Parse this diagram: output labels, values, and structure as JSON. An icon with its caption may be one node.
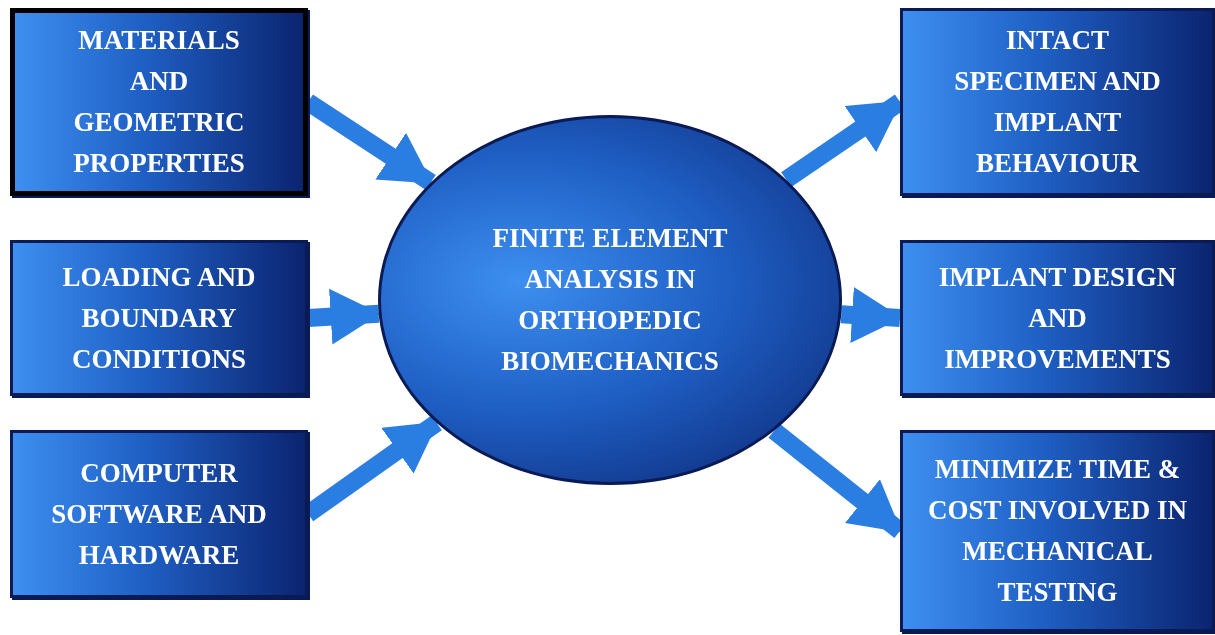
{
  "diagram": {
    "nodes": [
      {
        "text": [
          "MATERIALS AND GEOMETRIC PROPERTIES"
        ]
      },
      {
        "text": [
          "LOADING AND BOUNDARY CONDITIONS"
        ]
      },
      {
        "text": [
          "COMPUTER SOFTWARE AND HARDWARE"
        ]
      },
      {
        "text": [
          "FINITE ELEMENT ANALYSIS IN ORTHOPEDIC BIOMECHANICS"
        ]
      },
      {
        "text": [
          "INTACT SPECIMEN AND IMPLANT BEHAVIOUR"
        ]
      },
      {
        "text": [
          "IMPLANT DESIGN AND IMPROVEMENTS"
        ]
      },
      {
        "text": [
          "MINIMIZE TIME & COST INVOLVED IN MECHANICAL TESTING"
        ]
      }
    ],
    "edges": [
      {
        "from": 0,
        "to": 3,
        "arrow": "to"
      },
      {
        "from": 1,
        "to": 3,
        "arrow": "to"
      },
      {
        "from": 2,
        "to": 3,
        "arrow": "to"
      },
      {
        "from": 3,
        "to": 4,
        "arrow": "to"
      },
      {
        "from": 3,
        "to": 5,
        "arrow": "to"
      },
      {
        "from": 3,
        "to": 6,
        "arrow": "to"
      }
    ]
  }
}
